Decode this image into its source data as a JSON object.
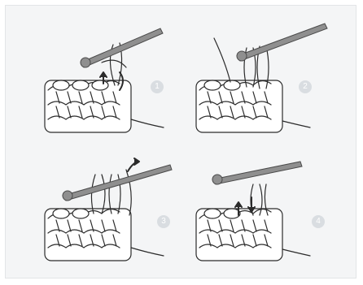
{
  "steps": [
    {
      "number": "1"
    },
    {
      "number": "2"
    },
    {
      "number": "3"
    },
    {
      "number": "4"
    }
  ],
  "colors": {
    "background": "#f4f5f6",
    "ink": "#2b2b2b",
    "hook": "#8f8f8f",
    "badge": "#d9dde1"
  },
  "icons": [
    "crochet-hook-icon",
    "yarn-arrow-icon"
  ]
}
